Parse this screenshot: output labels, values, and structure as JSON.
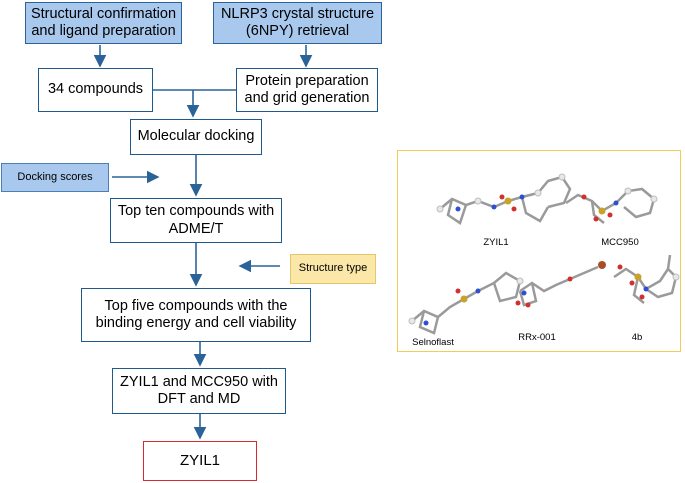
{
  "boxes": {
    "structural": "Structural confirmation\nand ligand preparation",
    "nlrp3": "NLRP3 crystal structure\n(6NPY) retrieval",
    "compounds": "34 compounds",
    "protein": "Protein preparation\nand grid generation",
    "docking": "Molecular docking",
    "docking_scores": "Docking scores",
    "top_ten": "Top ten compounds with\nADME/T",
    "structure_type": "Structure type",
    "top_five": "Top five compounds with the\nbinding energy and cell viability",
    "dft_md": "ZYIL1 and MCC950 with\nDFT and MD",
    "final": "ZYIL1"
  },
  "molecules": [
    "ZYIL1",
    "MCC950",
    "Selnoflast",
    "RRx-001",
    "4b"
  ],
  "colors": {
    "arrow": "#2b6399",
    "box_fill": "#a9c8ee",
    "panel_border": "#f2cc56",
    "result_border": "#d62b2b"
  }
}
